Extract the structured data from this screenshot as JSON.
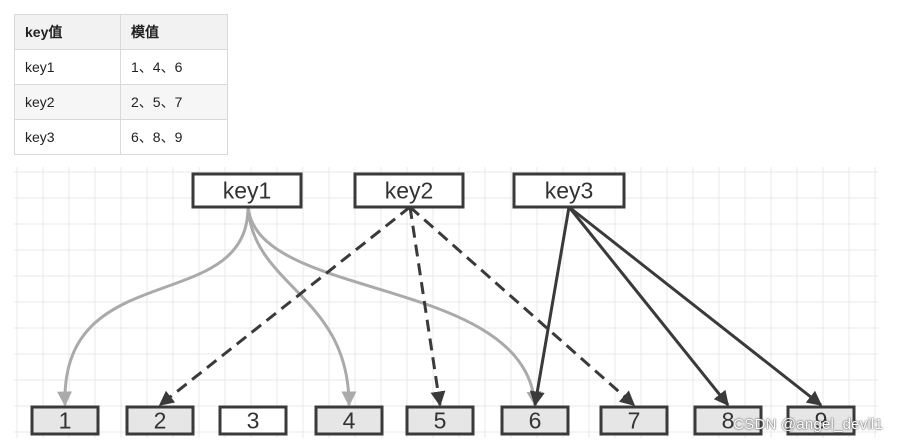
{
  "table": {
    "headers": [
      "key值",
      "模值"
    ],
    "rows": [
      [
        "key1",
        "1、4、6"
      ],
      [
        "key2",
        "2、5、7"
      ],
      [
        "key3",
        "6、8、9"
      ]
    ]
  },
  "diagram": {
    "keys": [
      "key1",
      "key2",
      "key3"
    ],
    "values": [
      "1",
      "2",
      "3",
      "4",
      "5",
      "6",
      "7",
      "8",
      "9"
    ],
    "edges": [
      {
        "from": "key1",
        "to": "1",
        "style": "solid-curved",
        "color": "#aaaaaa"
      },
      {
        "from": "key1",
        "to": "4",
        "style": "solid-curved",
        "color": "#aaaaaa"
      },
      {
        "from": "key1",
        "to": "6",
        "style": "solid-curved",
        "color": "#aaaaaa"
      },
      {
        "from": "key2",
        "to": "2",
        "style": "dashed",
        "color": "#3a3a3a"
      },
      {
        "from": "key2",
        "to": "5",
        "style": "dashed",
        "color": "#3a3a3a"
      },
      {
        "from": "key2",
        "to": "7",
        "style": "dashed",
        "color": "#3a3a3a"
      },
      {
        "from": "key3",
        "to": "6",
        "style": "solid",
        "color": "#3a3a3a"
      },
      {
        "from": "key3",
        "to": "8",
        "style": "solid",
        "color": "#3a3a3a"
      },
      {
        "from": "key3",
        "to": "9",
        "style": "solid",
        "color": "#3a3a3a"
      }
    ],
    "colors": {
      "box_border": "#3a3a3a",
      "value_fill": "#e6e6e6",
      "grid": "#e9e9e9"
    }
  },
  "watermark": "CSDN @angel_devil1"
}
